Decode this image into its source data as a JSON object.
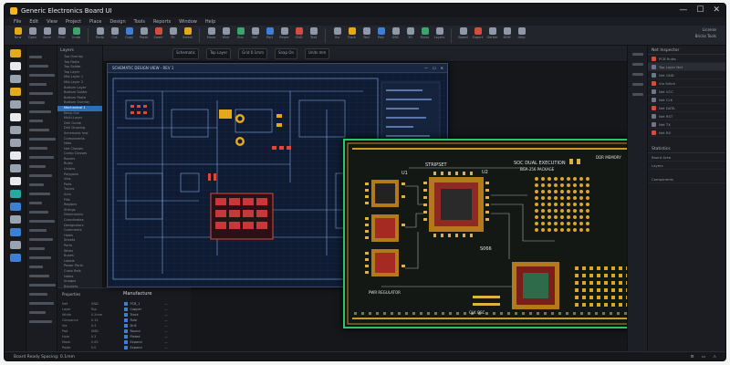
{
  "window": {
    "title": "Generic Electronics Board UI",
    "controls": [
      "—",
      "☐",
      "✕"
    ]
  },
  "menu": [
    "File",
    "Edit",
    "View",
    "Project",
    "Place",
    "Design",
    "Tools",
    "Reports",
    "Window",
    "Help"
  ],
  "toolbar": {
    "buttons": [
      "New",
      "Open",
      "Save",
      "Print",
      "Undo",
      "Redo",
      "Cut",
      "Copy",
      "Paste",
      "Zoom",
      "Fit",
      "Select",
      "Move",
      "Wire",
      "Bus",
      "Net",
      "Part",
      "Power",
      "GND",
      "Text",
      "Via",
      "Track",
      "Pad",
      "Poly",
      "DRC",
      "3D",
      "Rules",
      "Layers",
      "Board",
      "Export",
      "Gerber",
      "BOM",
      "Help"
    ],
    "right_labels": [
      "License",
      "Bricks Tools"
    ]
  },
  "subtoolbar": {
    "fields": [
      "Schematic",
      "Top Layer",
      "Grid 0.1mm",
      "Snap On",
      "Units mm"
    ]
  },
  "layers_panel": {
    "title": "Layers",
    "rows": [
      "Top Overlay",
      "Top Paste",
      "Top Solder",
      "Top Layer",
      "Mid-Layer 1",
      "Mid-Layer 2",
      "Bottom Layer",
      "Bottom Solder",
      "Bottom Paste",
      "Bottom Overlay",
      "Mechanical 1",
      "Keep-Out",
      "Multi-Layer",
      "Drill Guide",
      "Drill Drawing",
      "Schematic Inst",
      "Components",
      "Nets",
      "Net Classes",
      "Comp Classes",
      "Rooms",
      "Rules",
      "Unions",
      "Polygons",
      "Vias",
      "Pads",
      "Tracks",
      "Arcs",
      "Fills",
      "Regions",
      "Strings",
      "Dimensions",
      "Coordinates",
      "Designators",
      "Comments",
      "Holes",
      "Sheets",
      "Ports",
      "Wires",
      "Buses",
      "Labels",
      "Power Ports",
      "Cross Refs",
      "Notes",
      "Images",
      "Blankets"
    ],
    "selected_index": 10
  },
  "bottom_panel": {
    "title": "Properties",
    "tab": "Manufacture",
    "rows": [
      [
        "Net",
        "GND",
        "PCB_1",
        "—"
      ],
      [
        "Layer",
        "Top",
        "Copper",
        "—"
      ],
      [
        "Width",
        "0.2mm",
        "Track",
        "—"
      ],
      [
        "Clearance",
        "0.15",
        "Rule",
        "—"
      ],
      [
        "Via",
        "0.4",
        "Drill",
        "—"
      ],
      [
        "Pad",
        "SMD",
        "Round",
        "—"
      ],
      [
        "Hole",
        "0.3",
        "Plated",
        "—"
      ],
      [
        "Mask",
        "0.05",
        "Expand",
        "—"
      ],
      [
        "Paste",
        "0.0",
        "Expand",
        "—"
      ],
      [
        "Grid",
        "0.1",
        "Snap",
        "—"
      ]
    ]
  },
  "schematic_window": {
    "title": "SCHEMATIC DESIGN VIEW - REV 1",
    "controls": [
      "—",
      "☐",
      "✕"
    ]
  },
  "pcb_window": {
    "labels": {
      "u1": "U1",
      "top_label": "STRIPSET",
      "u2": "U2",
      "bga_title": "SOC DUAL EXECUTION",
      "bga_sub": "BGA-256 PACKAGE",
      "right_label": "DDR MEMORY",
      "center_label": "S066",
      "left_note": "PWR REGULATOR",
      "bottom_note": "CLK OSC"
    }
  },
  "right_panel": {
    "title": "Net Inspector",
    "rows": [
      "PCB Rules",
      "Top Layer Net",
      "Net GND",
      "Via Stitch",
      "Net VCC",
      "Net CLK",
      "Net DATA",
      "Net RST",
      "Net TX",
      "Net RX"
    ],
    "section": "Statistics",
    "mini_rows": [
      "Board Area",
      "Layers"
    ],
    "footer": "Components"
  },
  "statusbar": {
    "left": "Board Ready  Spacing: 0.1mm",
    "right": [
      "⚙",
      "▭",
      "⚠"
    ]
  },
  "colors": {
    "accent_yellow": "#e7a71b",
    "pcb_border": "#2cc46a",
    "schematic_bg": "#0f1b33",
    "selected_blue": "#2e6db8"
  }
}
